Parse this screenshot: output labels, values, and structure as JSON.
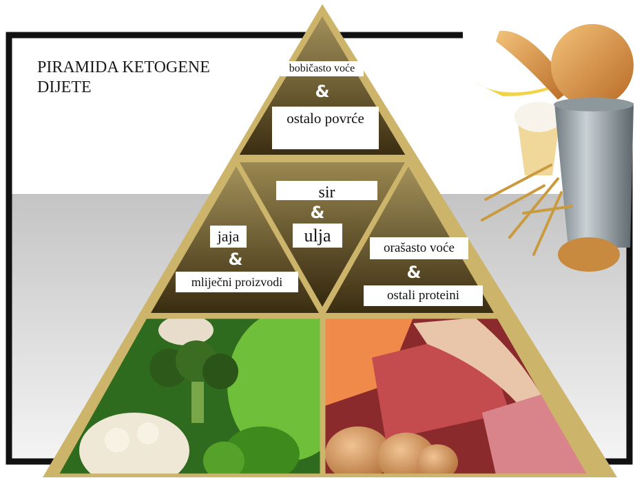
{
  "title": "PIRAMIDA KETOGENE\nDIJETE",
  "tiers": {
    "top": {
      "line1": "bobičasto voće",
      "amp": "&",
      "line2": "ostalo povrće"
    },
    "center": {
      "line1": "sir",
      "amp": "&",
      "line2": "ulja"
    },
    "left": {
      "line1": "jaja",
      "amp": "&",
      "line2": "mliječni proizvodi"
    },
    "right": {
      "line1": "orašasto voće",
      "amp": "&",
      "line2": "ostali proteini"
    }
  },
  "base": {
    "left_image": "vegetables-photo",
    "right_image": "meat-and-eggs-photo"
  },
  "excluded_image": "bread-fruit-cake-grains-in-trash-can-photo",
  "colors": {
    "frame": "#111111",
    "pyramid_gold": "#c9b16a",
    "tier_top": "#9b8a56",
    "tier_bottom": "#3b2f12",
    "gray_band": "#cfcfcf"
  }
}
